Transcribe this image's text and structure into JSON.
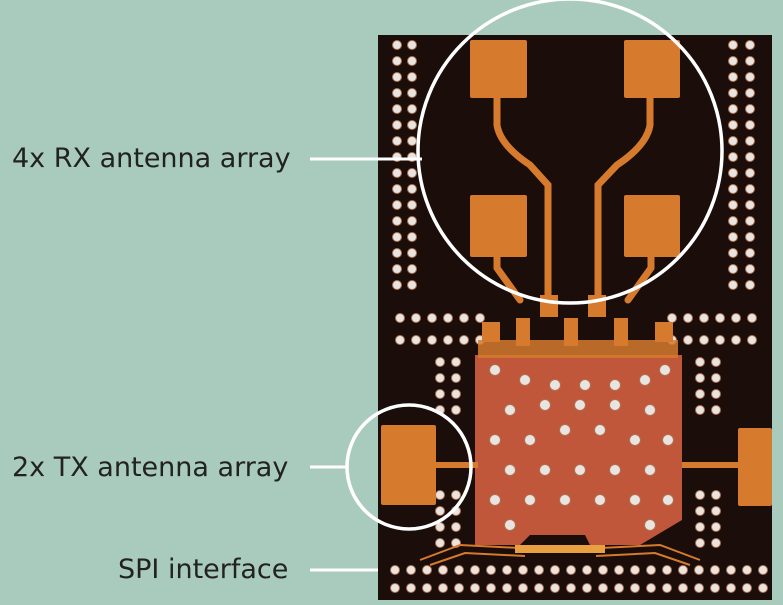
{
  "labels": {
    "rx": "4x RX antenna array",
    "tx": "2x TX antenna array",
    "spi": "SPI interface"
  },
  "colors": {
    "background": "#a9cbbd",
    "board": "#1a0d0a",
    "copper": "#d67a2e",
    "chip": "#c0563a",
    "highlight": "#ffffff"
  }
}
